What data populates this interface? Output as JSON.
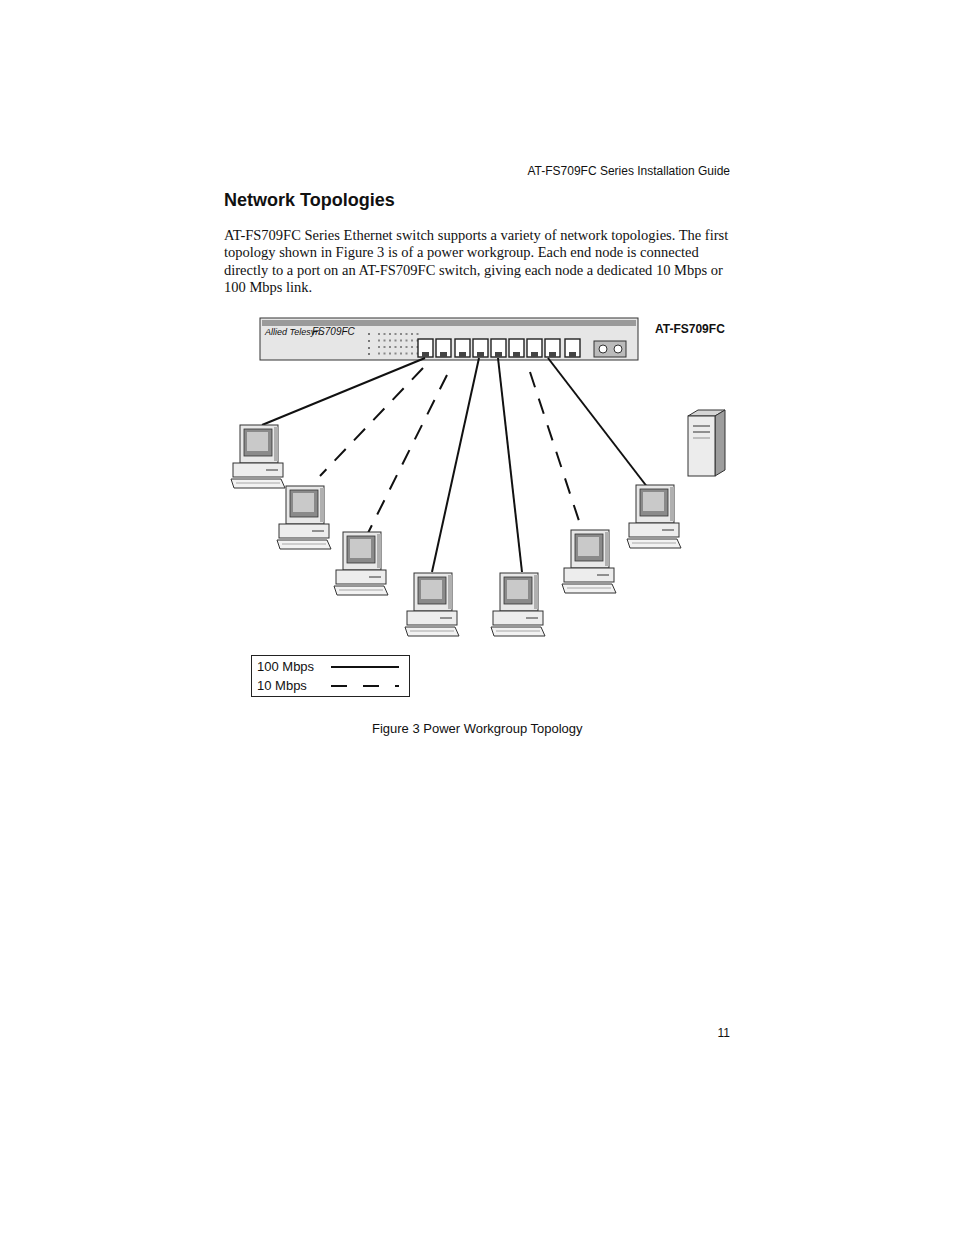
{
  "diagram": {
    "title": "Network Topologies",
    "caption": "Figure 3 Power Workgroup Topology",
    "nodes": [
      {
        "text": [
          "Allied Telesyn",
          "FS709FC",
          "AT-FS709FC"
        ]
      }
    ],
    "labels": [
      "AT-FS709FC Series Installation Guide",
      "AT-FS709FC Series Ethernet switch supports a variety of network topologies. The first topology shown in Figure 3 is of a power workgroup. Each end node is connected directly to a port on an AT-FS709FC switch, giving each node a dedicated 10 Mbps or 100 Mbps link.",
      "11"
    ],
    "legend": [
      {
        "text": "100 Mbps"
      },
      {
        "text": "10 Mbps"
      }
    ]
  }
}
